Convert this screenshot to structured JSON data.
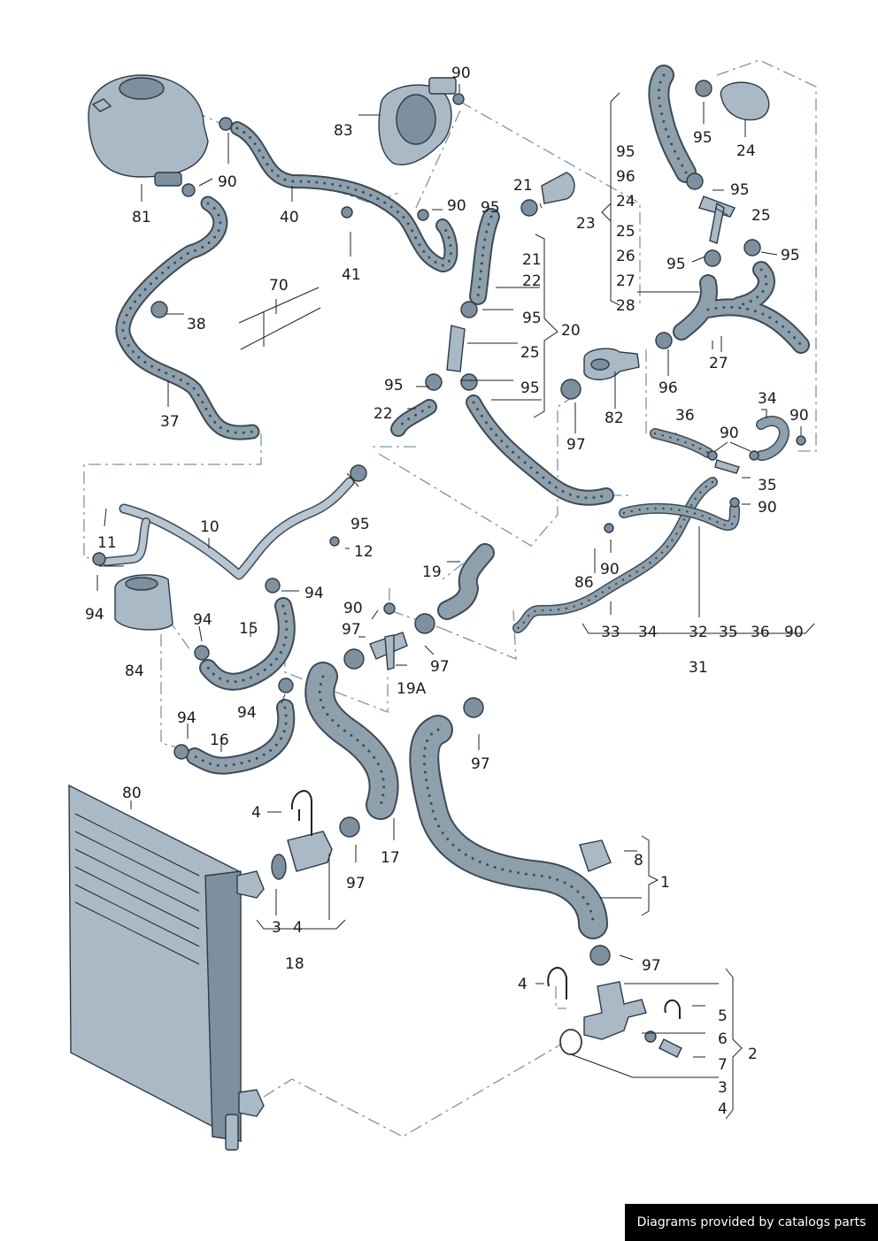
{
  "footer": {
    "credit": "Diagrams provided by catalogs parts"
  },
  "colors": {
    "hose": "#8fa0ad",
    "hose_outline": "#3d4a55",
    "dash_line": "#7f93a3",
    "part_fill": "#a9b9c6"
  },
  "callouts": [
    {
      "id": "c90a",
      "text": "90"
    },
    {
      "id": "c83",
      "text": "83"
    },
    {
      "id": "c90b",
      "text": "90"
    },
    {
      "id": "c81",
      "text": "81"
    },
    {
      "id": "c40",
      "text": "40"
    },
    {
      "id": "c90c",
      "text": "90"
    },
    {
      "id": "c41",
      "text": "41"
    },
    {
      "id": "c21a",
      "text": "21"
    },
    {
      "id": "c95a",
      "text": "95"
    },
    {
      "id": "c70",
      "text": "70"
    },
    {
      "id": "c38",
      "text": "38"
    },
    {
      "id": "c37",
      "text": "37"
    },
    {
      "id": "c95b",
      "text": "95"
    },
    {
      "id": "c96a",
      "text": "96"
    },
    {
      "id": "c24a",
      "text": "24"
    },
    {
      "id": "c23",
      "text": "23"
    },
    {
      "id": "c25a",
      "text": "25"
    },
    {
      "id": "c26",
      "text": "26"
    },
    {
      "id": "c27a",
      "text": "27"
    },
    {
      "id": "c28",
      "text": "28"
    },
    {
      "id": "c21b",
      "text": "21"
    },
    {
      "id": "c22a",
      "text": "22"
    },
    {
      "id": "c95c",
      "text": "95"
    },
    {
      "id": "c20",
      "text": "20"
    },
    {
      "id": "c25b",
      "text": "25"
    },
    {
      "id": "c95d",
      "text": "95"
    },
    {
      "id": "c95e",
      "text": "95"
    },
    {
      "id": "c22b",
      "text": "22"
    },
    {
      "id": "c95f",
      "text": "95"
    },
    {
      "id": "c24b",
      "text": "24"
    },
    {
      "id": "c95g",
      "text": "95"
    },
    {
      "id": "c25c",
      "text": "25"
    },
    {
      "id": "c95h",
      "text": "95"
    },
    {
      "id": "c95i",
      "text": "95"
    },
    {
      "id": "c27b",
      "text": "27"
    },
    {
      "id": "c96b",
      "text": "96"
    },
    {
      "id": "c82",
      "text": "82"
    },
    {
      "id": "c97a",
      "text": "97"
    },
    {
      "id": "c36a",
      "text": "36"
    },
    {
      "id": "c34a",
      "text": "34"
    },
    {
      "id": "c90d",
      "text": "90"
    },
    {
      "id": "c90e",
      "text": "90"
    },
    {
      "id": "c35a",
      "text": "35"
    },
    {
      "id": "c90f",
      "text": "90"
    },
    {
      "id": "c10",
      "text": "10"
    },
    {
      "id": "c11",
      "text": "11"
    },
    {
      "id": "c95j",
      "text": "95"
    },
    {
      "id": "c12",
      "text": "12"
    },
    {
      "id": "c19",
      "text": "19"
    },
    {
      "id": "c90g",
      "text": "90"
    },
    {
      "id": "c86",
      "text": "86"
    },
    {
      "id": "c94a",
      "text": "94"
    },
    {
      "id": "c94b",
      "text": "94"
    },
    {
      "id": "c84",
      "text": "84"
    },
    {
      "id": "c94c",
      "text": "94"
    },
    {
      "id": "c15",
      "text": "15"
    },
    {
      "id": "c90h",
      "text": "90"
    },
    {
      "id": "c97b",
      "text": "97"
    },
    {
      "id": "c97c",
      "text": "97"
    },
    {
      "id": "c19a",
      "text": "19A"
    },
    {
      "id": "c33",
      "text": "33"
    },
    {
      "id": "c34b",
      "text": "34"
    },
    {
      "id": "c32",
      "text": "32"
    },
    {
      "id": "c35b",
      "text": "35"
    },
    {
      "id": "c36b",
      "text": "36"
    },
    {
      "id": "c90i",
      "text": "90"
    },
    {
      "id": "c31",
      "text": "31"
    },
    {
      "id": "c94d",
      "text": "94"
    },
    {
      "id": "c94e",
      "text": "94"
    },
    {
      "id": "c16",
      "text": "16"
    },
    {
      "id": "c97d",
      "text": "97"
    },
    {
      "id": "c80",
      "text": "80"
    },
    {
      "id": "c4a",
      "text": "4"
    },
    {
      "id": "c17",
      "text": "17"
    },
    {
      "id": "c97e",
      "text": "97"
    },
    {
      "id": "c8",
      "text": "8"
    },
    {
      "id": "c1",
      "text": "1"
    },
    {
      "id": "c3a",
      "text": "3"
    },
    {
      "id": "c4b",
      "text": "4"
    },
    {
      "id": "c18",
      "text": "18"
    },
    {
      "id": "c97f",
      "text": "97"
    },
    {
      "id": "c4c",
      "text": "4"
    },
    {
      "id": "c5",
      "text": "5"
    },
    {
      "id": "c6",
      "text": "6"
    },
    {
      "id": "c2",
      "text": "2"
    },
    {
      "id": "c7",
      "text": "7"
    },
    {
      "id": "c3b",
      "text": "3"
    },
    {
      "id": "c4d",
      "text": "4"
    }
  ]
}
